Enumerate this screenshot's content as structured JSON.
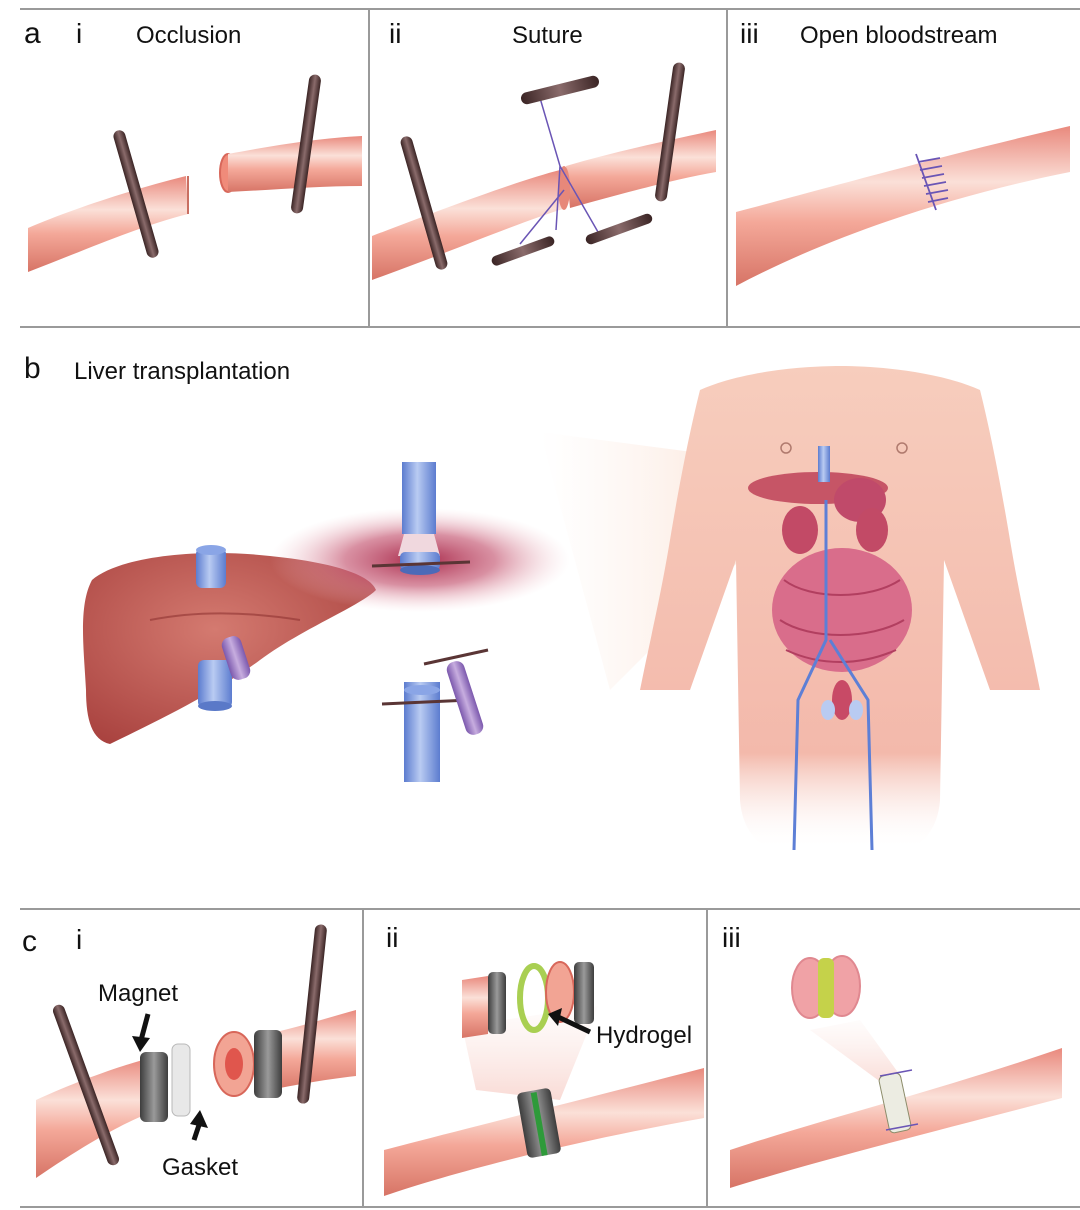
{
  "panel_a": {
    "letter": "a",
    "steps": [
      {
        "num": "i",
        "title": "Occlusion"
      },
      {
        "num": "ii",
        "title": "Suture"
      },
      {
        "num": "iii",
        "title": "Open bloodstream"
      }
    ]
  },
  "panel_b": {
    "letter": "b",
    "title": "Liver transplantation"
  },
  "panel_c": {
    "letter": "c",
    "steps": [
      {
        "num": "i",
        "labels": {
          "magnet": "Magnet",
          "gasket": "Gasket"
        }
      },
      {
        "num": "ii",
        "labels": {
          "hydrogel": "Hydrogel"
        }
      },
      {
        "num": "iii"
      }
    ]
  },
  "colors": {
    "vessel": "#f2a898",
    "vessel_dark": "#c9675e",
    "clamp": "#5a3535",
    "vein_blue": "#7a9be0",
    "artery_purple": "#9a78c6",
    "liver": "#b9504e",
    "magnet": "#5f5f5f",
    "hydrogel": "#a9cf52",
    "suture": "#6a55b5",
    "skin": "#f4c3b3",
    "divider": "#9a9a9a"
  }
}
